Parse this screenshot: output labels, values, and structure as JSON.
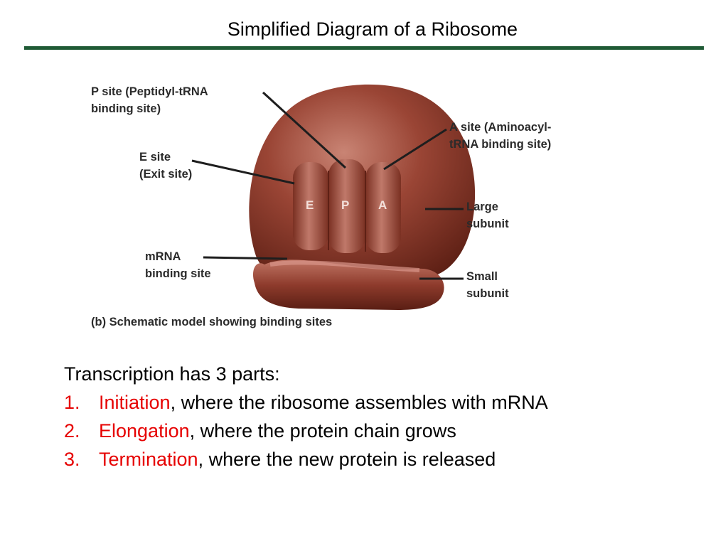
{
  "slide": {
    "title": "Simplified Diagram of a Ribosome"
  },
  "diagram": {
    "labels": {
      "p_site_line1": "P site (Peptidyl-tRNA",
      "p_site_line2": "binding site)",
      "e_site_line1": "E site",
      "e_site_line2": "(Exit site)",
      "a_site_line1": "A site (Aminoacyl-",
      "a_site_line2": "tRNA binding site)",
      "large_line1": "Large",
      "large_line2": "subunit",
      "small_line1": "Small",
      "small_line2": "subunit",
      "mrna_line1": "mRNA",
      "mrna_line2": "binding site"
    },
    "site_letters": {
      "e": "E",
      "p": "P",
      "a": "A"
    },
    "caption": "(b) Schematic model showing binding sites",
    "colors": {
      "ribosome_dark": "#6e2a1d",
      "ribosome_mid": "#9a4535",
      "ribosome_light": "#c98474"
    }
  },
  "body": {
    "intro": "Transcription has 3 parts:",
    "steps": [
      {
        "number": "1.",
        "term": "Initiation",
        "rest": ", where the ribosome assembles with mRNA"
      },
      {
        "number": "2.",
        "term": "Elongation",
        "rest": ", where the protein chain grows"
      },
      {
        "number": "3.",
        "term": "Termination",
        "rest": ", where the new protein is released"
      }
    ],
    "colors": {
      "highlight": "#e60000",
      "rule": "#1f5a35"
    }
  }
}
